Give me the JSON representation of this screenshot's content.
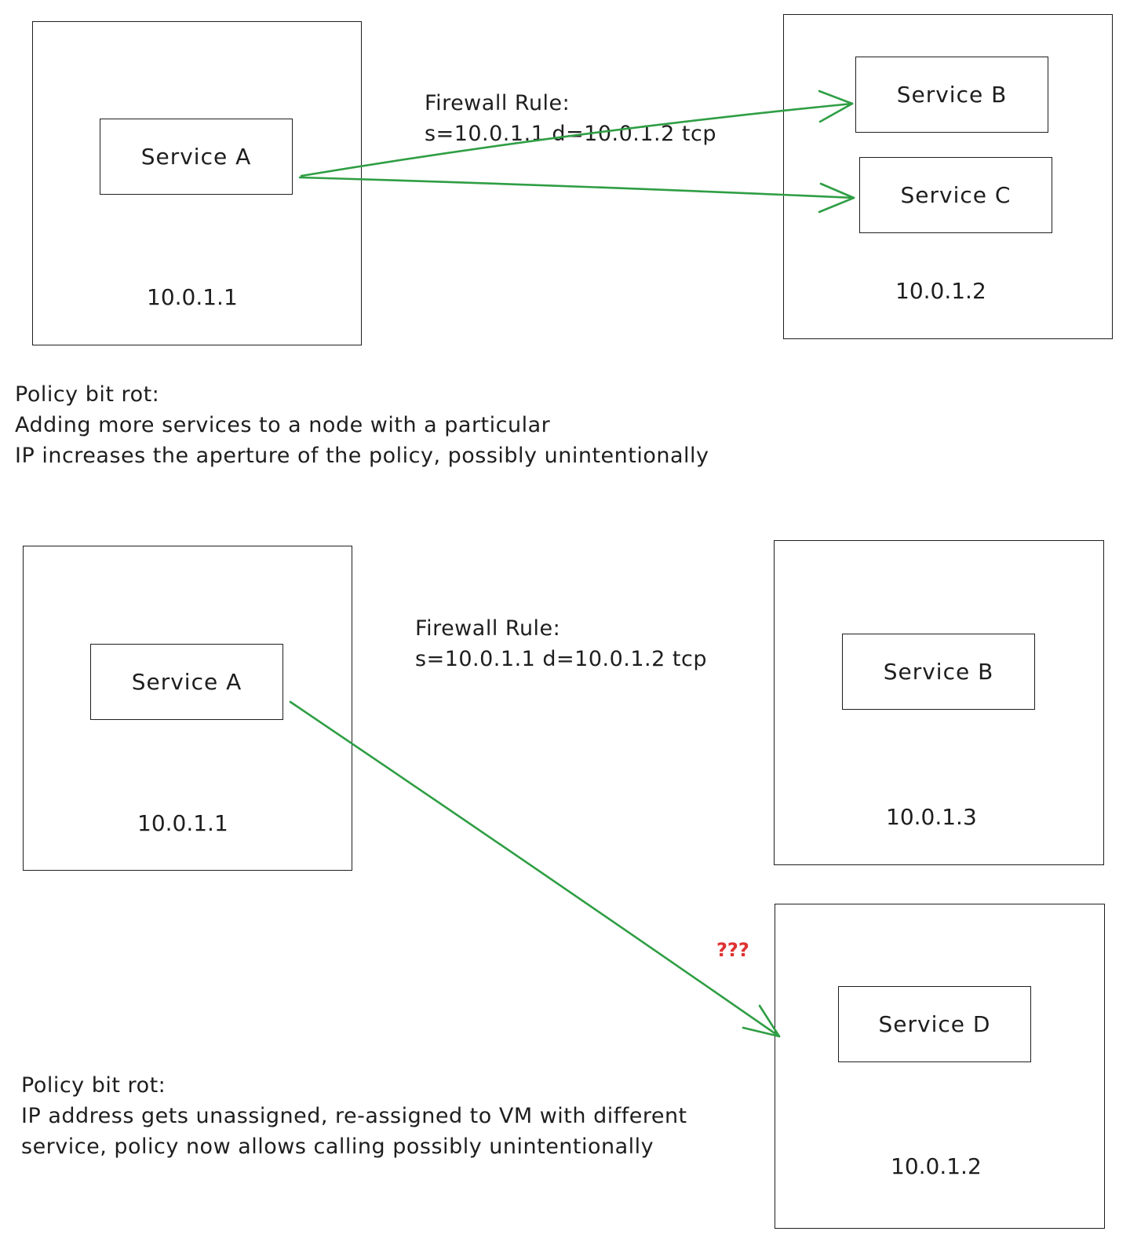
{
  "colors": {
    "stroke": "#1e1e1e",
    "arrow": "#2f9e44",
    "warning": "#e03131"
  },
  "top": {
    "source_node": {
      "service": "Service A",
      "ip": "10.0.1.1"
    },
    "dest_node": {
      "services": [
        "Service B",
        "Service C"
      ],
      "ip": "10.0.1.2"
    },
    "firewall_rule": {
      "title": "Firewall Rule:",
      "rule": "s=10.0.1.1 d=10.0.1.2 tcp"
    },
    "note": {
      "lines": [
        "Policy bit rot:",
        "Adding more services to a node with a particular",
        "IP increases the aperture of the policy, possibly unintentionally"
      ]
    }
  },
  "bottom": {
    "source_node": {
      "service": "Service A",
      "ip": "10.0.1.1"
    },
    "node_b": {
      "service": "Service B",
      "ip": "10.0.1.3"
    },
    "node_d": {
      "service": "Service D",
      "ip": "10.0.1.2"
    },
    "firewall_rule": {
      "title": "Firewall Rule:",
      "rule": "s=10.0.1.1 d=10.0.1.2 tcp"
    },
    "question_mark": "???",
    "note": {
      "lines": [
        "Policy bit rot:",
        "IP address gets unassigned, re-assigned to VM with different",
        "service, policy now allows calling possibly unintentionally"
      ]
    }
  }
}
